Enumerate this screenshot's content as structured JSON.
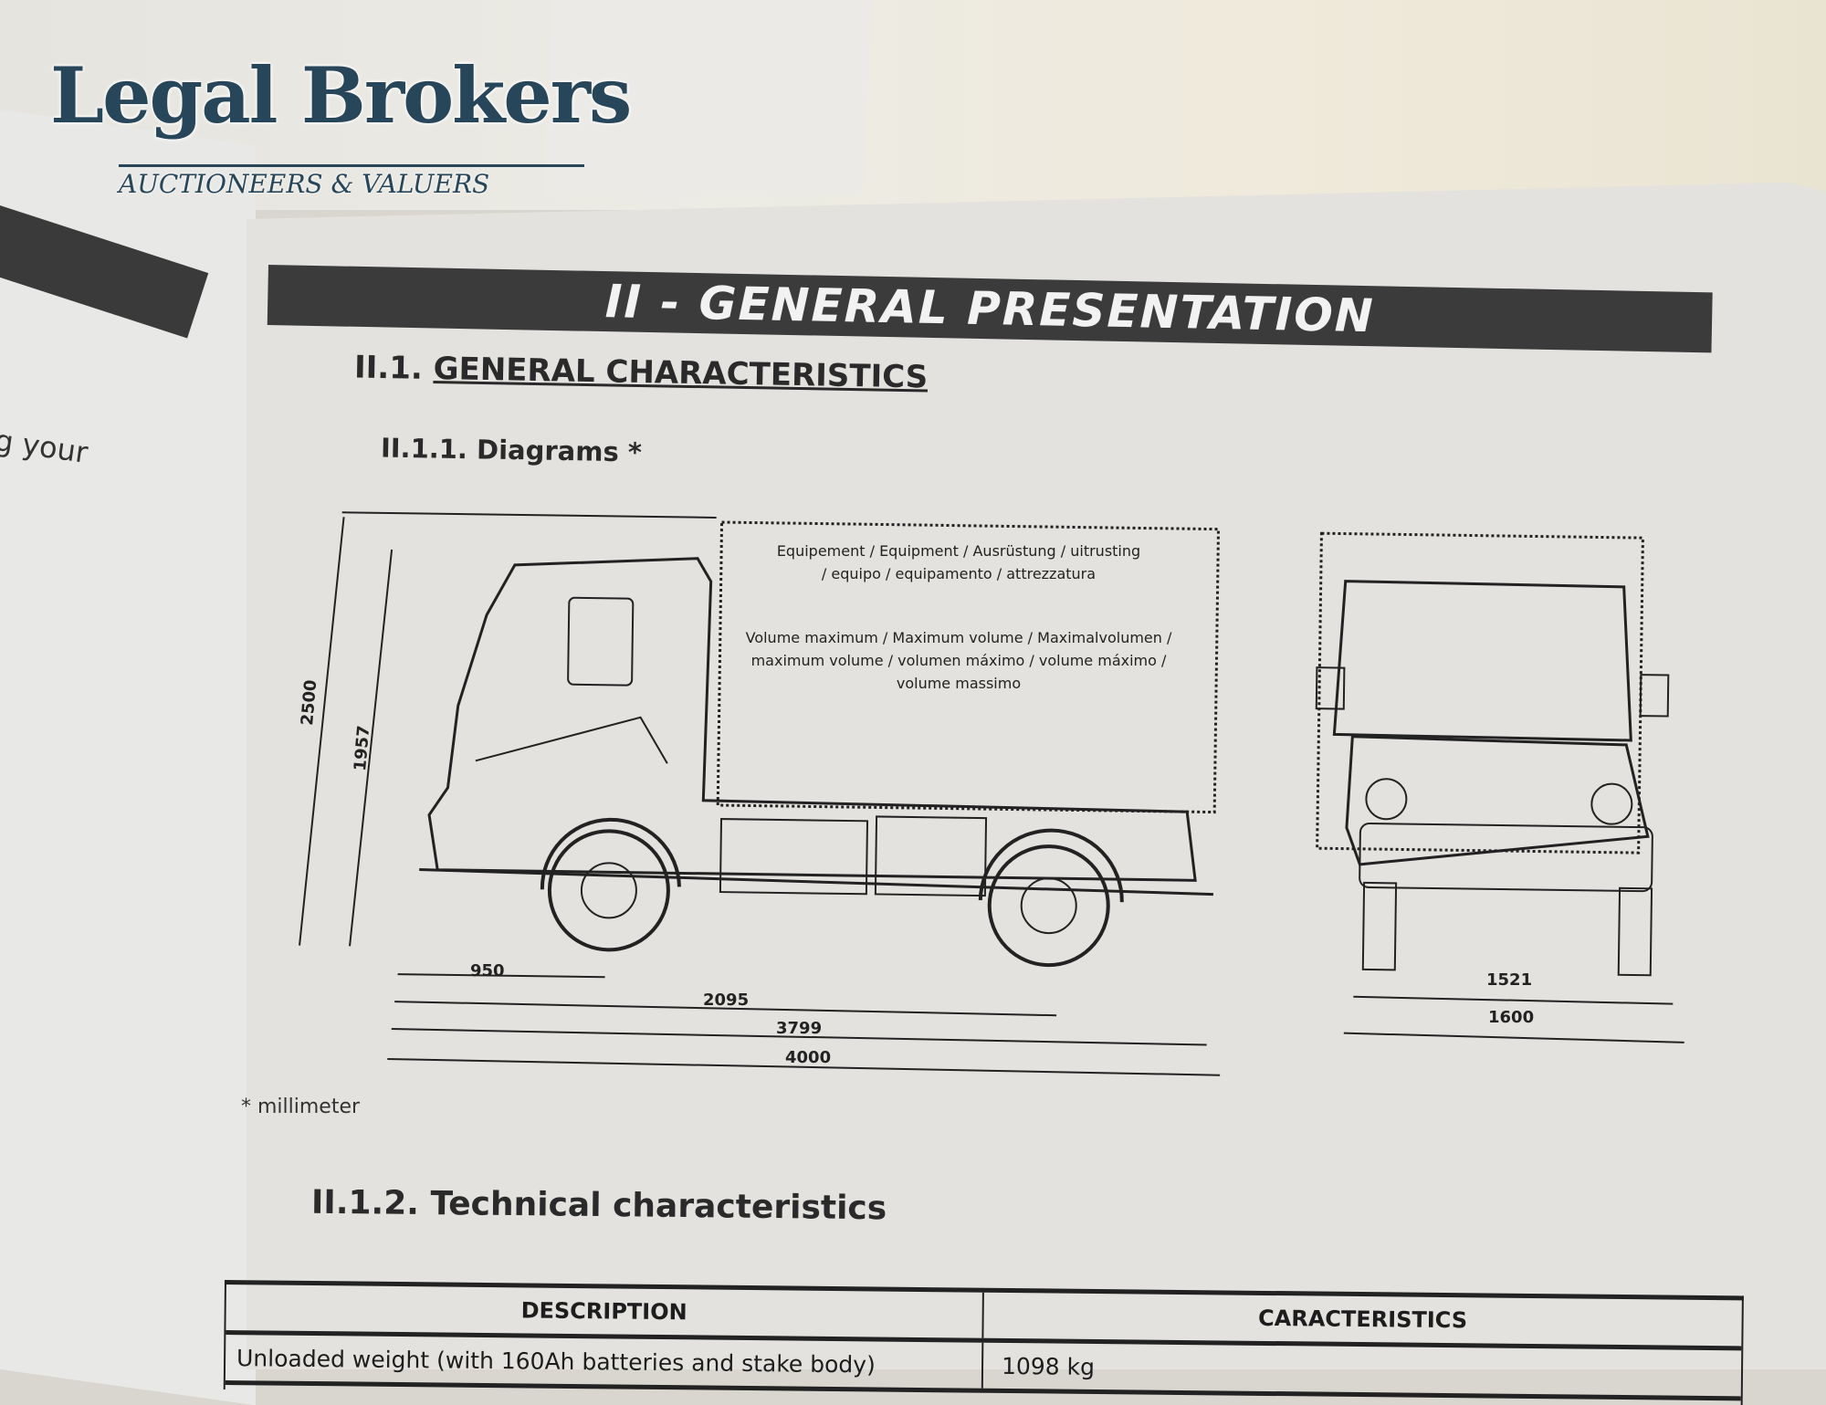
{
  "logo": {
    "name": "Legal Brokers",
    "tagline": "AUCTIONEERS & VALUERS"
  },
  "left_page_fragment": "g your",
  "section_banner": "II - GENERAL PRESENTATION",
  "section_1": {
    "number": "II.1.",
    "title": "GENERAL CHARACTERISTICS"
  },
  "subsection_1": "II.1.1. Diagrams *",
  "diagram": {
    "equipment_label_1": "Equipement / Equipment / Ausrüstung / uitrusting",
    "equipment_label_2": "/ equipo / equipamento / attrezzatura",
    "volume_label_1": "Volume maximum / Maximum volume / Maximalvolumen /",
    "volume_label_2": "maximum volume / volumen máximo / volume máximo /",
    "volume_label_3": "volume massimo",
    "dimensions": {
      "height_total": "2500",
      "height_cab": "1957",
      "front_overhang": "950",
      "wheelbase": "2095",
      "length_chassis": "3799",
      "length_total": "4000",
      "track": "1521",
      "width": "1600"
    }
  },
  "footnote": "* millimeter",
  "subsection_2": "II.1.2. Technical characteristics",
  "table": {
    "headers": [
      "DESCRIPTION",
      "CARACTERISTICS"
    ],
    "rows": [
      [
        "Unloaded weight (with 160Ah batteries and stake body)",
        "1098 kg"
      ]
    ]
  }
}
